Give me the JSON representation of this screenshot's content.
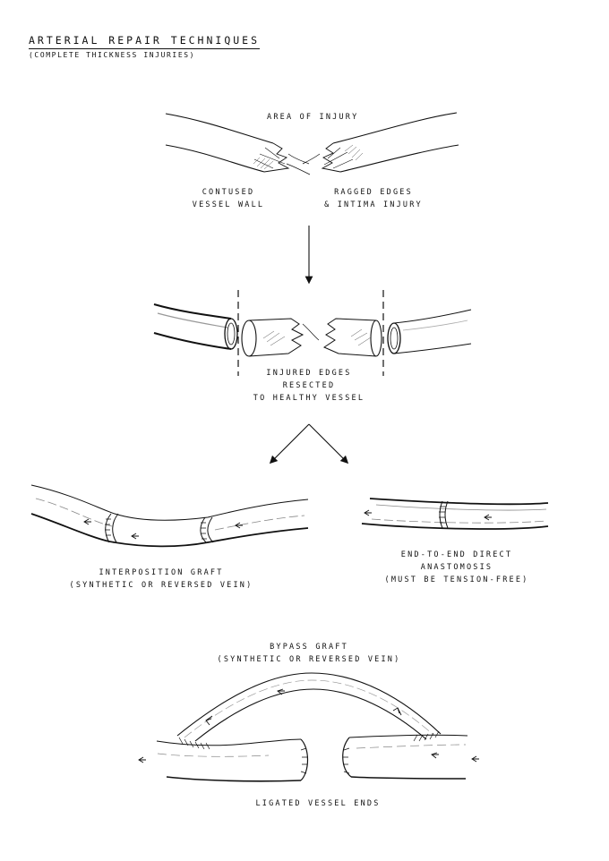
{
  "header": {
    "title": "ARTERIAL REPAIR TECHNIQUES",
    "subtitle": "(COMPLETE THICKNESS INJURIES)"
  },
  "stage_injury": {
    "area_label": "AREA OF INJURY",
    "left_note": [
      "CONTUSED",
      "VESSEL WALL"
    ],
    "right_note": [
      "RAGGED EDGES",
      "& INTIMA INJURY"
    ]
  },
  "stage_resect": {
    "note": [
      "INJURED EDGES",
      "RESECTED",
      "TO HEALTHY VESSEL"
    ]
  },
  "option_interposition": {
    "note": [
      "INTERPOSITION GRAFT",
      "(SYNTHETIC OR REVERSED VEIN)"
    ]
  },
  "option_anastomosis": {
    "note": [
      "END-TO-END DIRECT",
      "ANASTOMOSIS",
      "(MUST BE TENSION-FREE)"
    ]
  },
  "option_bypass": {
    "note": [
      "BYPASS GRAFT",
      "(SYNTHETIC OR REVERSED VEIN)"
    ],
    "footer": "LIGATED VESSEL ENDS"
  }
}
